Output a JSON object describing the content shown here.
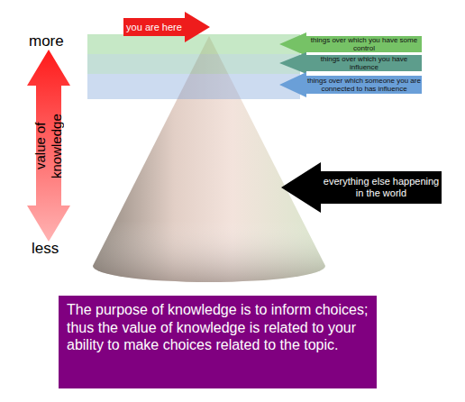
{
  "diagram": {
    "nodes": [
      {
        "text": [
          "you are here"
        ]
      },
      {
        "text": [
          "things over which you have some control"
        ]
      },
      {
        "text": [
          "things over which you have influence"
        ]
      },
      {
        "text": [
          "things over which someone you are connected to has influence"
        ]
      },
      {
        "text": [
          "value of knowledge"
        ]
      },
      {
        "text": [
          "everything else happening in the world"
        ]
      },
      {
        "text": [
          "The purpose of knowledge is to inform choices; thus the value of knowledge is related to your ability to make choices related to the topic."
        ]
      }
    ],
    "labels": [
      "more",
      "less"
    ]
  }
}
